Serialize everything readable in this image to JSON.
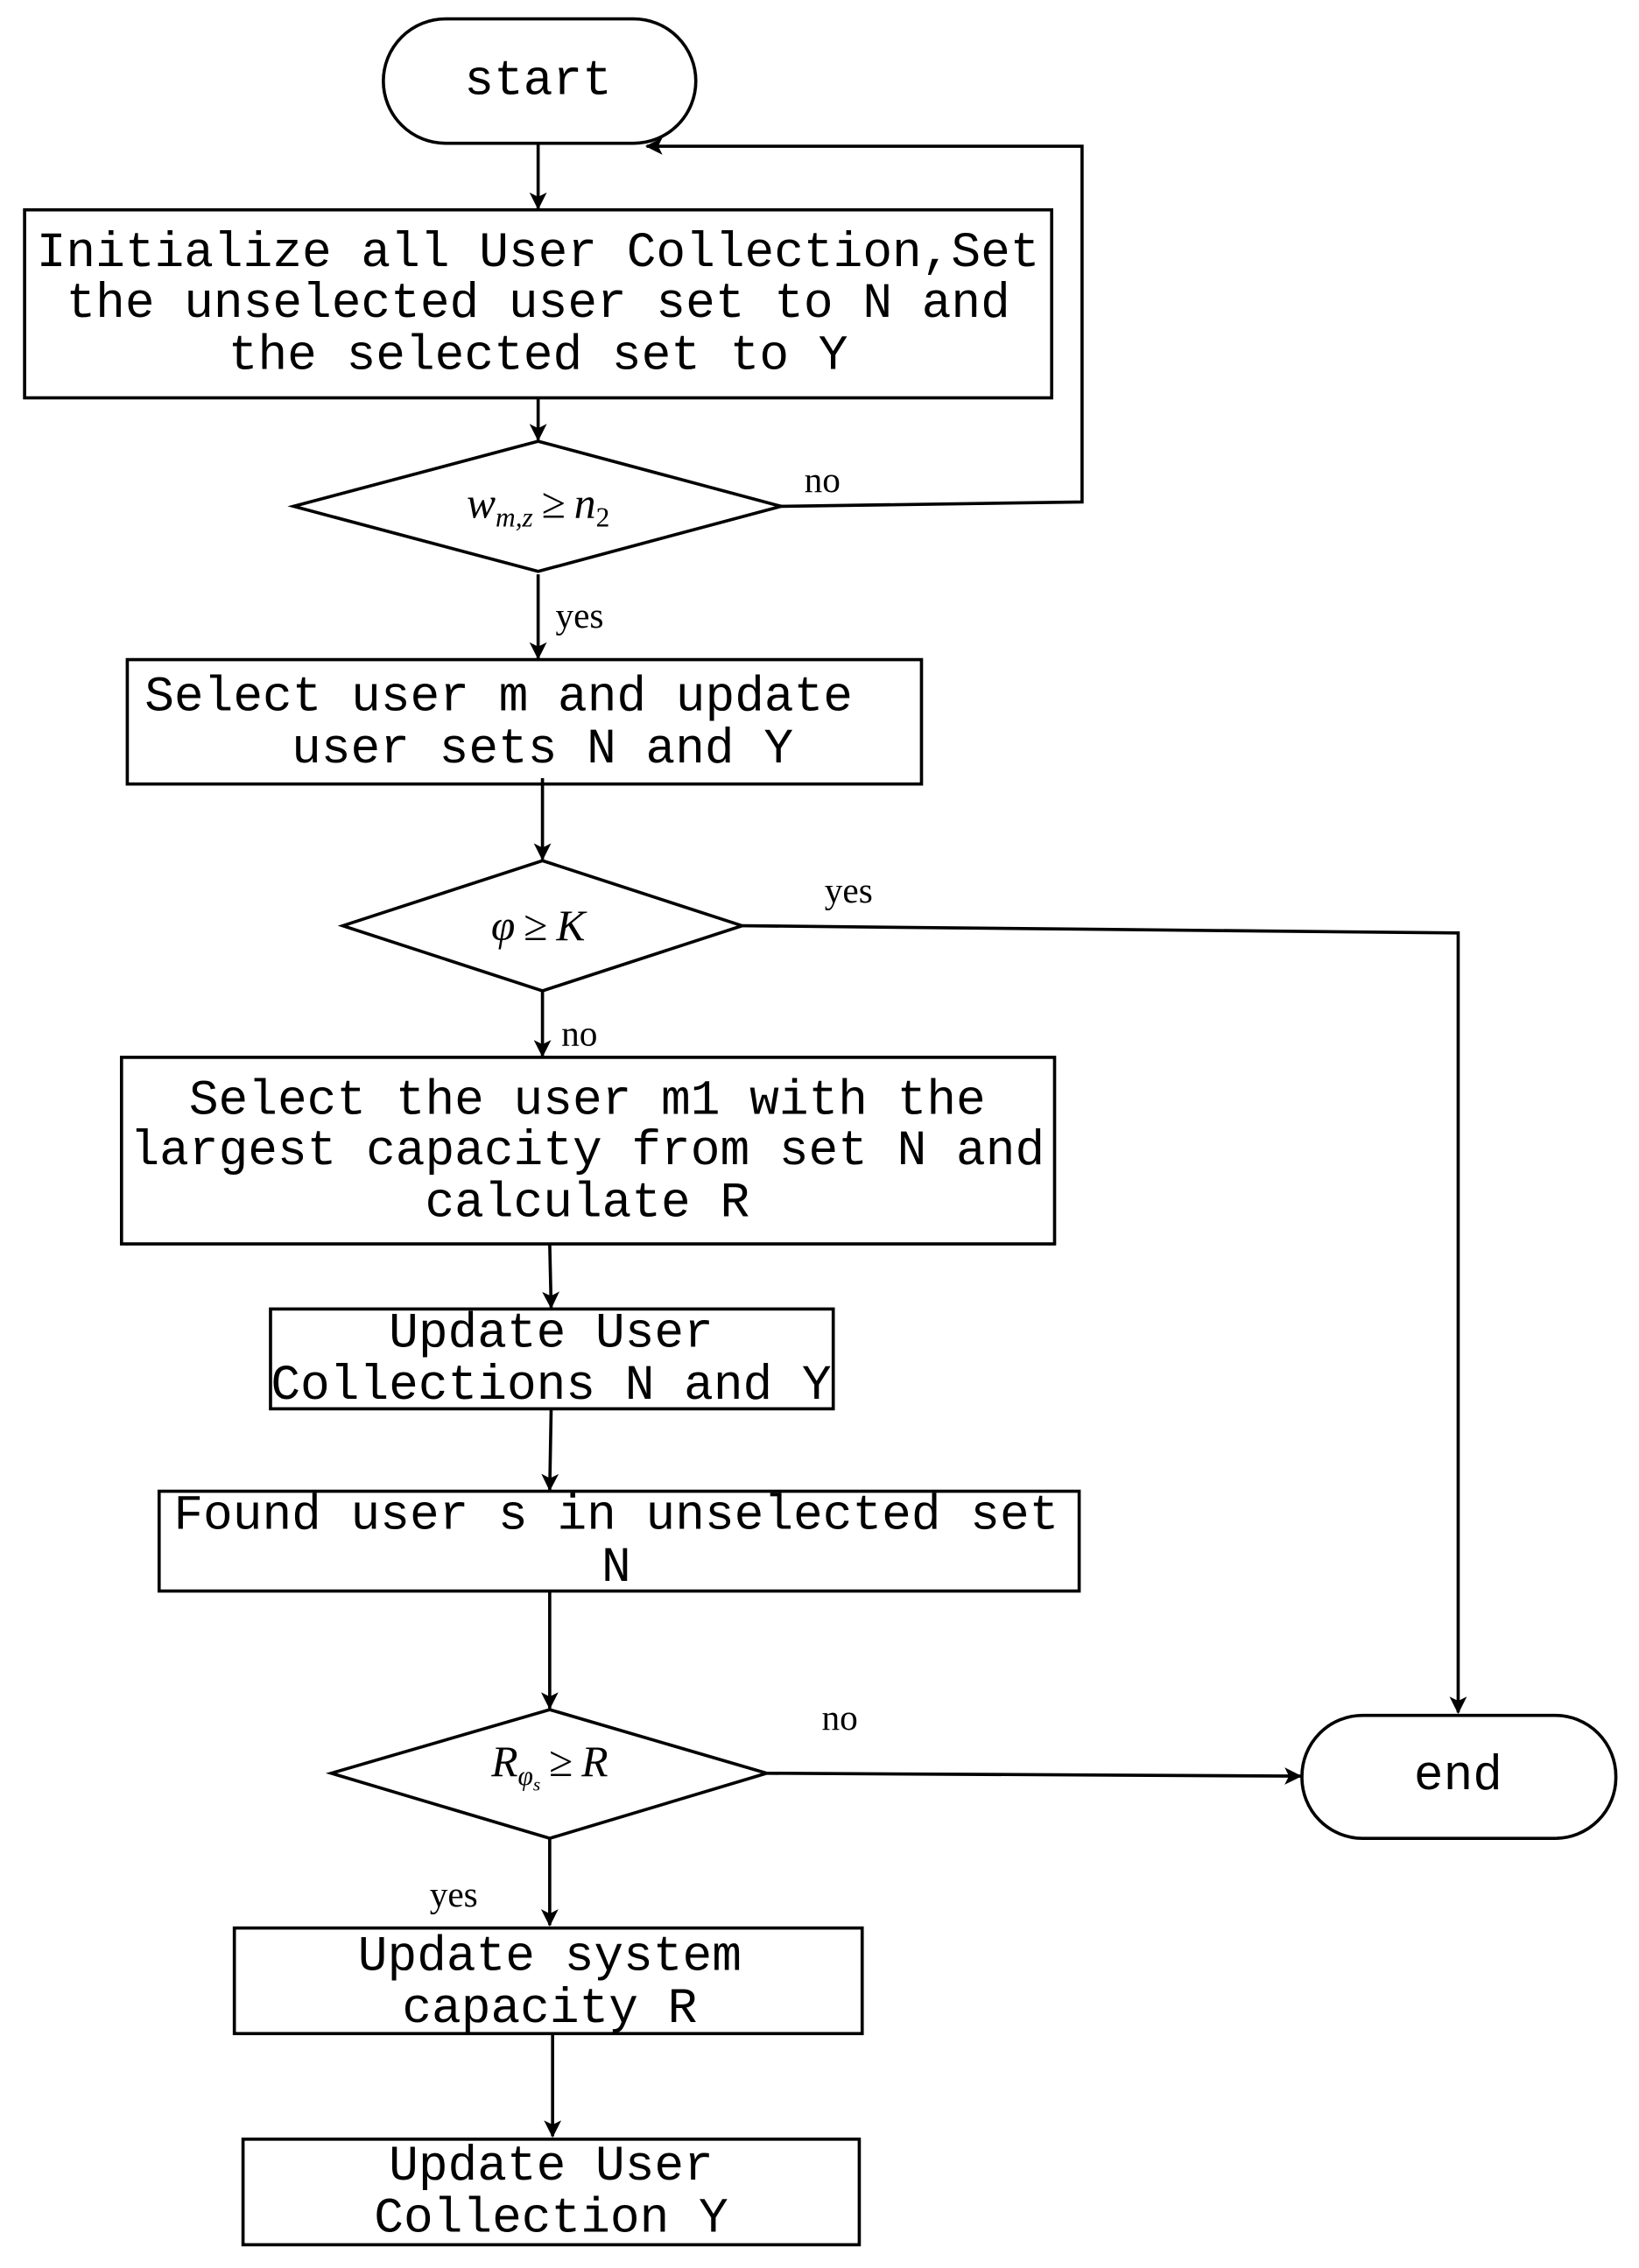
{
  "nodes": {
    "start": "start",
    "init": [
      "Initialize all User Collection,Set",
      "the unselected user set to N and",
      "the selected set to Y"
    ],
    "cond1": {
      "var": "w",
      "sub": "m,z",
      "op": "≥",
      "rhs": "n",
      "rhs_sub": "2"
    },
    "select_m": [
      "Select user m and update",
      "user sets N and Y"
    ],
    "cond2": {
      "var": "φ",
      "op": "≥",
      "rhs": "K"
    },
    "select_m1": [
      "Select the user m1 with the",
      "largest capacity from set N and",
      "calculate R"
    ],
    "update_ny": [
      "Update User",
      "Collections N and Y"
    ],
    "found_s": [
      "Found user s in unselected set",
      "N"
    ],
    "cond3": {
      "var": "R",
      "sub": "φ",
      "subsub": "s",
      "op": "≥",
      "rhs": "R"
    },
    "end": "end",
    "update_r": [
      "Update system",
      "capacity R"
    ],
    "update_y": [
      "Update User",
      "Collection Y"
    ]
  },
  "edges": {
    "cond1_no": "no",
    "cond1_yes": "yes",
    "cond2_yes": "yes",
    "cond2_no": "no",
    "cond3_no": "no",
    "cond3_yes": "yes"
  }
}
